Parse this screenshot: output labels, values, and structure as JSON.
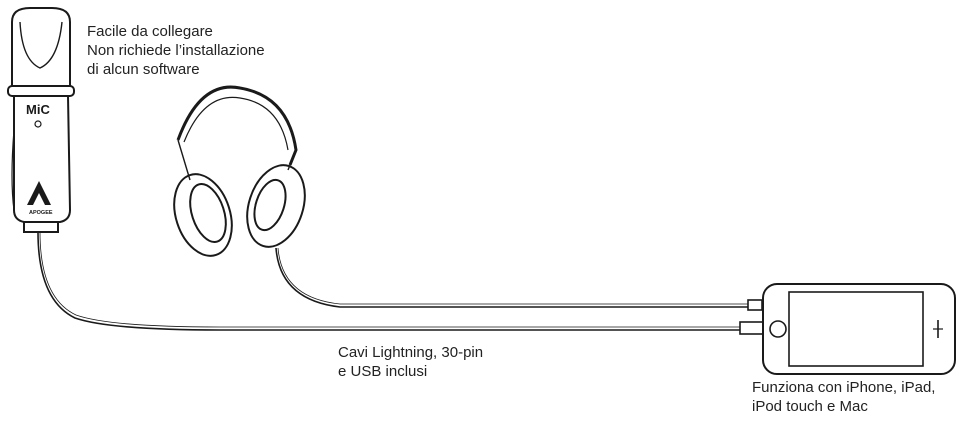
{
  "captions": {
    "connect": [
      "Facile da collegare",
      "Non richiede l’installazione",
      "di alcun software"
    ],
    "cables": [
      "Cavi Lightning, 30-pin",
      "e USB inclusi"
    ],
    "works": [
      "Funziona con iPhone, iPad,",
      "iPod touch e Mac"
    ]
  },
  "mic": {
    "model_label": "MiC",
    "brand_label": "APOGEE"
  },
  "icons": [
    "microphone",
    "headphones",
    "iphone",
    "cable"
  ],
  "colors": {
    "line": "#1a1a1a",
    "background": "#ffffff"
  }
}
